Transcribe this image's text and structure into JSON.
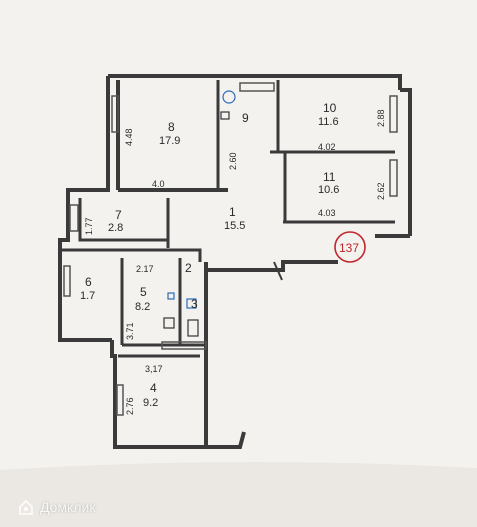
{
  "plan_number": "137",
  "rooms": [
    {
      "id": "8",
      "area": "17.9"
    },
    {
      "id": "9",
      "area": ""
    },
    {
      "id": "10",
      "area": "11.6"
    },
    {
      "id": "11",
      "area": "10.6"
    },
    {
      "id": "7",
      "area": "2.8"
    },
    {
      "id": "1",
      "area": "15.5"
    },
    {
      "id": "6",
      "area": "1.7"
    },
    {
      "id": "5",
      "area": "8.2"
    },
    {
      "id": "3",
      "area": ""
    },
    {
      "id": "2",
      "area": ""
    },
    {
      "id": "4",
      "area": "9.2"
    }
  ],
  "dimensions": {
    "d_448": "4.48",
    "d_40": "4.0",
    "d_260": "2.60",
    "d_288": "2.88",
    "d_402": "4.02",
    "d_262": "2.62",
    "d_403": "4.03",
    "d_177": "1.77",
    "d_217": "2.17",
    "d_371": "3.71",
    "d_317": "3,17",
    "d_276": "2.76"
  },
  "watermark": "Домклик",
  "colors": {
    "wall": "#3a3a3a",
    "paper": "#f4f2ef",
    "stamp": "#c0262d",
    "window": "#555555"
  }
}
